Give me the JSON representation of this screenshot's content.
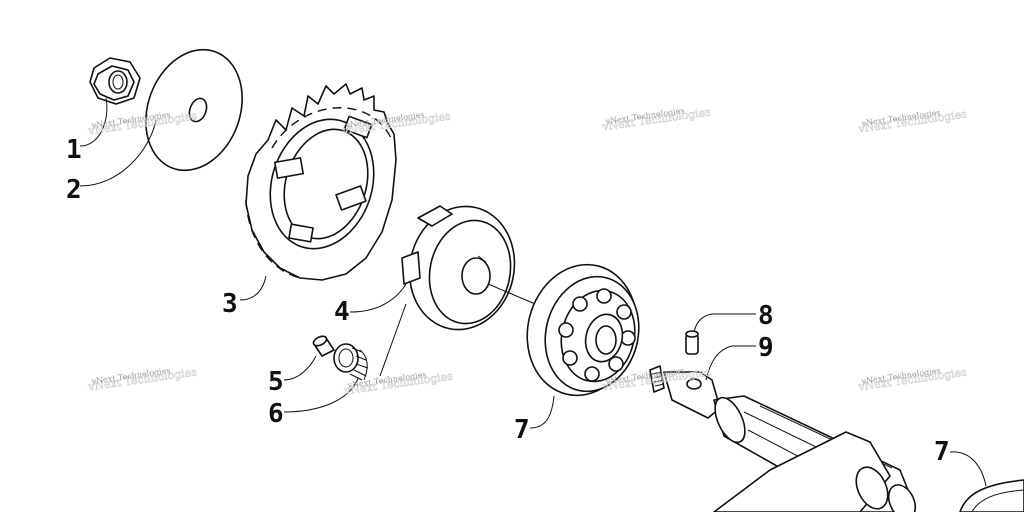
{
  "watermark_text": "vNext Technologies",
  "callouts": {
    "c1": "1",
    "c2": "2",
    "c3": "3",
    "c4": "4",
    "c5": "5",
    "c6": "6",
    "c7a": "7",
    "c8": "8",
    "c9": "9",
    "c7b": "7"
  }
}
